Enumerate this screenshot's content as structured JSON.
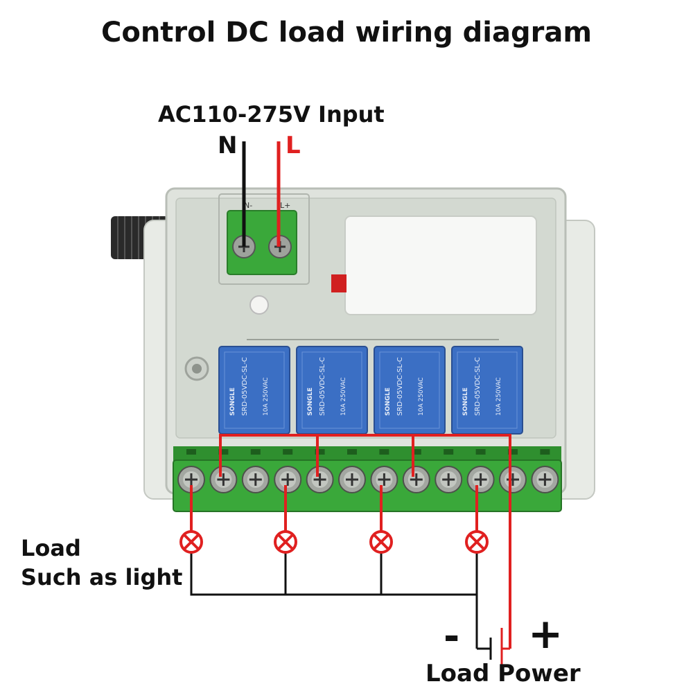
{
  "title": "Control DC load wiring diagram",
  "input": {
    "label": "AC110-275V Input",
    "neutral": "N",
    "live": "L"
  },
  "load": {
    "line1": "Load",
    "line2": "Such as light",
    "count": 4
  },
  "load_power": {
    "label": "Load Power",
    "minus": "-",
    "plus": "+"
  },
  "relay_text": {
    "brand": "SONGLE",
    "model": "SRD-05VDC-SL-C",
    "rating": "10A 250VAC"
  },
  "terminal_labels": {
    "neutral": "N-",
    "live": "L+"
  },
  "colors": {
    "wire_red": "#e02020",
    "wire_black": "#111111",
    "terminal_green": "#3aa83a",
    "relay_blue": "#3b6fc4",
    "case": "#d9ded8",
    "lamp": "#e02020"
  }
}
